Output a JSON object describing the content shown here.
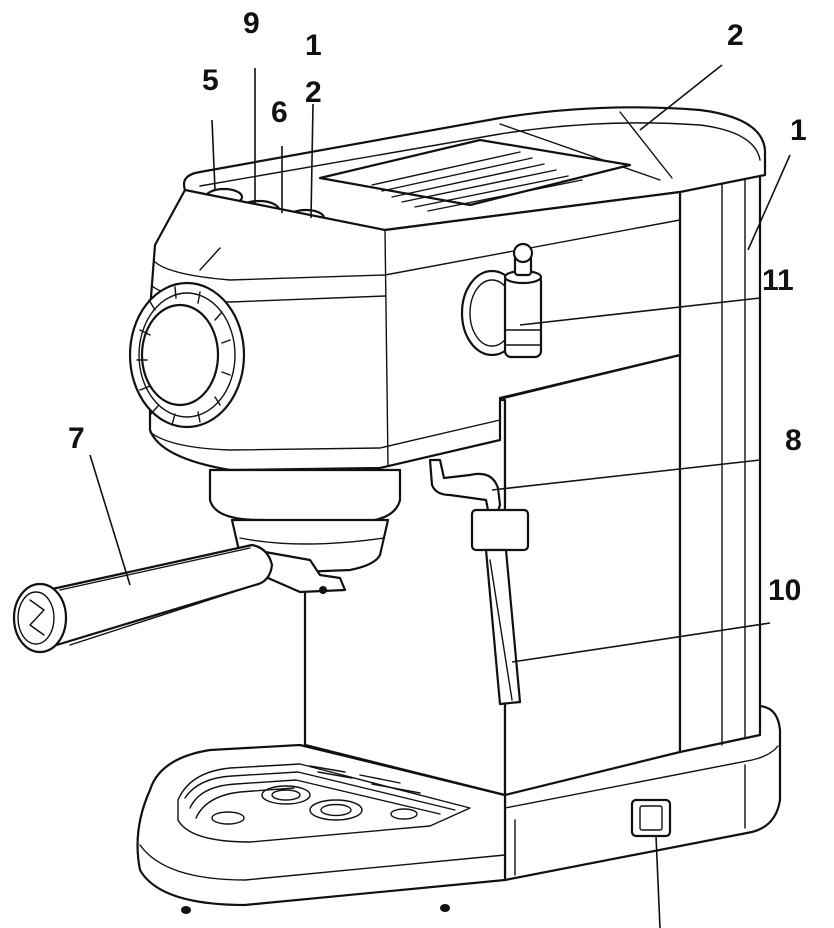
{
  "callouts": {
    "c5": "5",
    "c9": "9",
    "c1_top": "1",
    "c6": "6",
    "c2_top": "2",
    "c2_right": "2",
    "c1_right": "1",
    "c11": "11",
    "c7": "7",
    "c8": "8",
    "c10": "10"
  }
}
